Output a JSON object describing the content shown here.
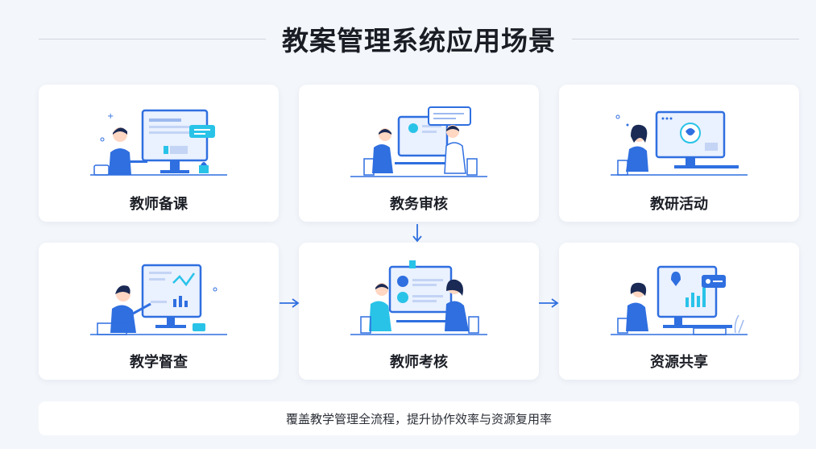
{
  "title": "教案管理系统应用场景",
  "cards": [
    {
      "label": "教师备课"
    },
    {
      "label": "教务审核"
    },
    {
      "label": "教研活动"
    },
    {
      "label": "教学督查"
    },
    {
      "label": "教师考核"
    },
    {
      "label": "资源共享"
    }
  ],
  "footer": "覆盖教学管理全流程，提升协作效率与资源复用率",
  "icons": [
    "teacher-at-monitor-icon",
    "review-meeting-icon",
    "research-video-call-icon",
    "inspection-chart-icon",
    "assessment-meeting-icon",
    "resource-sharing-icon",
    "arrow-down-icon",
    "arrow-right-icon"
  ],
  "colors": {
    "accent_blue": "#2f6fe0",
    "accent_cyan": "#29c3e8",
    "text": "#1c1f26",
    "background": "#f3f6fa"
  }
}
